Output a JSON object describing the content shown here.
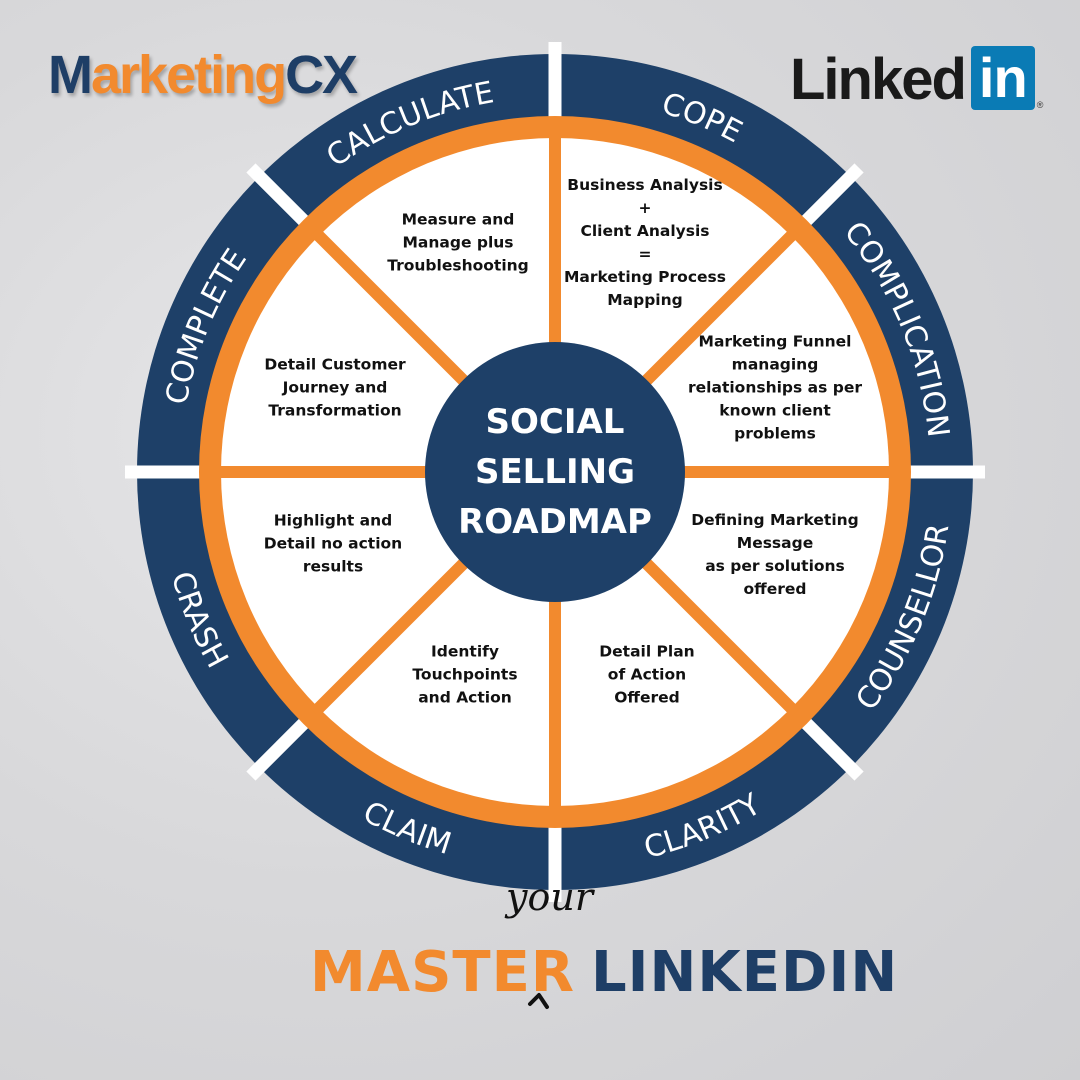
{
  "logos": {
    "marketingcx": {
      "part1": "M",
      "part2": "arketing",
      "part3": "CX"
    },
    "linkedin": {
      "word": "Linked",
      "box": "in",
      "reg": "®"
    }
  },
  "wheel": {
    "center_title": "SOCIAL\nSELLING\nROADMAP",
    "outer_labels": [
      "CALCULATE",
      "COPE",
      "COMPLICATION",
      "COUNSELLOR",
      "CLARITY",
      "CLAIM",
      "CRASH",
      "COMPLETE"
    ],
    "segments": {
      "calculate": "Measure and\nManage plus\nTroubleshooting",
      "cope": "Business Analysis\n+\nClient Analysis\n=\nMarketing Process\nMapping",
      "complication": "Marketing Funnel\nmanaging\nrelationships as per\nknown  client\nproblems",
      "counsellor": "Defining Marketing\nMessage\nas per solutions\noffered",
      "clarity": "Detail Plan\nof Action\nOffered",
      "claim": "Identify\nTouchpoints\nand Action",
      "crash": "Highlight and\nDetail no action\nresults",
      "complete": "Detail Customer\nJourney and\nTransformation"
    }
  },
  "footer": {
    "your": "your",
    "master": "MASTER",
    "linkedin": "LINKEDIN"
  },
  "colors": {
    "navy": "#1e4068",
    "orange": "#f28a2e",
    "white": "#ffffff"
  }
}
